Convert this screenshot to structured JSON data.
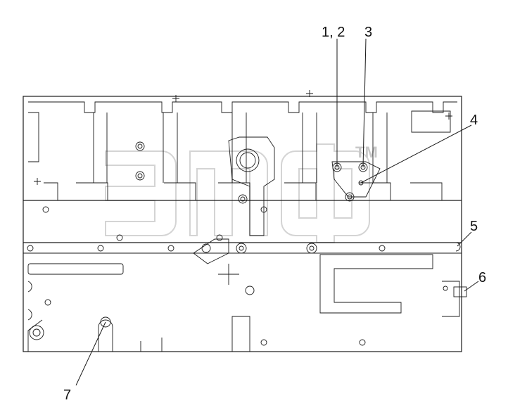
{
  "callouts": {
    "c12": "1, 2",
    "c3": "3",
    "c4": "4",
    "c5": "5",
    "c6": "6",
    "c7": "7"
  },
  "watermark": {
    "tm": "TM"
  },
  "colors": {
    "line": "#1a1a1a",
    "watermark": "#d4d4d4"
  }
}
